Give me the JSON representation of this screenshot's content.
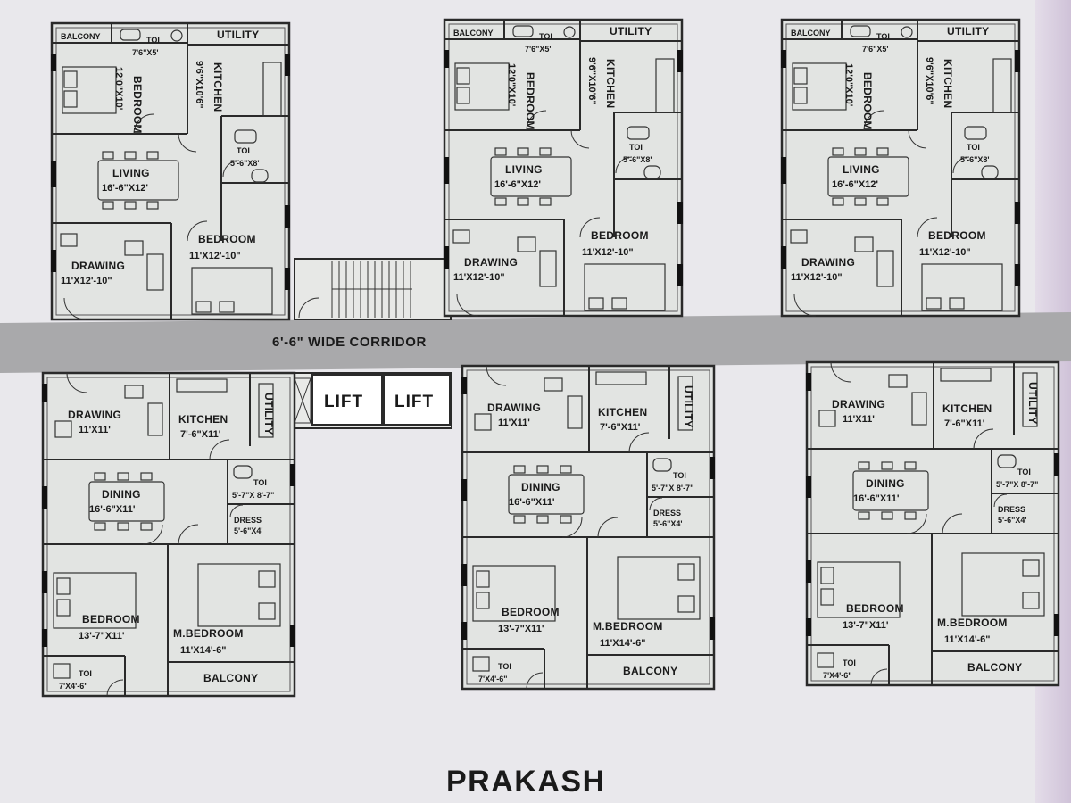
{
  "project_name": "PRAKASH",
  "corridor": {
    "label": "6'-6\" WIDE CORRIDOR"
  },
  "lifts": [
    "LIFT",
    "LIFT"
  ],
  "top_unit": {
    "balcony": "BALCONY",
    "toi_top": {
      "name": "TOI",
      "dim": "7'6\"X5'"
    },
    "utility": "UTILITY",
    "bedroom_top": {
      "name": "BEDROOM",
      "dim": "12'0\"X10'"
    },
    "kitchen": {
      "name": "KITCHEN",
      "dim": "9'6\"X10'6\""
    },
    "living": {
      "name": "LIVING",
      "dim": "16'-6\"X12'"
    },
    "toi_mid": {
      "name": "TOI",
      "dim": "5'-6\"X8'"
    },
    "bedroom": {
      "name": "BEDROOM",
      "dim": "11'X12'-10\""
    },
    "drawing": {
      "name": "DRAWING",
      "dim": "11'X12'-10\""
    }
  },
  "bottom_unit": {
    "drawing": {
      "name": "DRAWING",
      "dim": "11'X11'"
    },
    "kitchen": {
      "name": "KITCHEN",
      "dim": "7'-6\"X11'"
    },
    "utility": "UTILITY",
    "dining": {
      "name": "DINING",
      "dim": "16'-6\"X11'"
    },
    "toi_mid": {
      "name": "TOI",
      "dim": "5'-7\"X 8'-7\""
    },
    "dress": {
      "name": "DRESS",
      "dim": "5'-6\"X4'"
    },
    "bedroom": {
      "name": "BEDROOM",
      "dim": "13'-7\"X11'"
    },
    "m_bedroom": {
      "name": "M.BEDROOM",
      "dim": "11'X14'-6\""
    },
    "toi_bottom": {
      "name": "TOI",
      "dim": "7'X4'-6\""
    },
    "balcony": "BALCONY"
  },
  "colors": {
    "paper": "#e9e8ec",
    "plan_fill": "#e2e4e2",
    "wall": "#2a2a2a",
    "corridor": "#a9a9ab"
  }
}
